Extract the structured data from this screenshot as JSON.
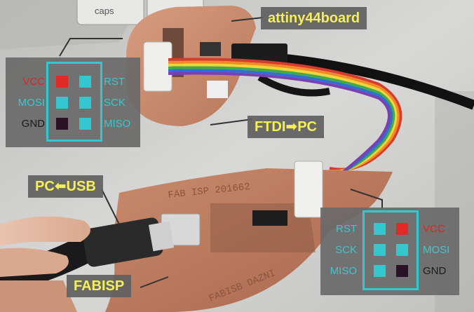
{
  "keyboard": {
    "key_label": "caps"
  },
  "labels": {
    "top_board": "attiny44board",
    "ftdi": "FTDI➡PC",
    "usb": "PC⬅USB",
    "fabisp": "FABISP"
  },
  "board_silkscreen": {
    "bottom_top_text": "FAB ISP 201662",
    "bottom_lower_text": "FABISB DAZNI"
  },
  "colors": {
    "label_text": "#f5f05a",
    "pin_frame": "#35c7cf",
    "pin_vcc": "#e02a25",
    "pin_gnd": "#2a1226",
    "vcc_text": "#d42a1f",
    "signal_text": "#3ec6cf",
    "gnd_text": "#1b1b1b",
    "panel_bg": "#6a6a6a",
    "pcb_copper": "#c98a6c"
  },
  "pinout_left": {
    "rows": [
      {
        "left_label": "VCC",
        "left_pin": "vcc",
        "right_pin": "signal",
        "right_label": "RST"
      },
      {
        "left_label": "MOSI",
        "left_pin": "signal",
        "right_pin": "signal",
        "right_label": "SCK"
      },
      {
        "left_label": "GND",
        "left_pin": "gnd",
        "right_pin": "signal",
        "right_label": "MISO"
      }
    ]
  },
  "pinout_right": {
    "rows": [
      {
        "left_label": "RST",
        "left_pin": "signal",
        "right_pin": "vcc",
        "right_label": "VCC"
      },
      {
        "left_label": "SCK",
        "left_pin": "signal",
        "right_pin": "signal",
        "right_label": "MOSI"
      },
      {
        "left_label": "MISO",
        "left_pin": "signal",
        "right_pin": "gnd",
        "right_label": "GND"
      }
    ]
  }
}
